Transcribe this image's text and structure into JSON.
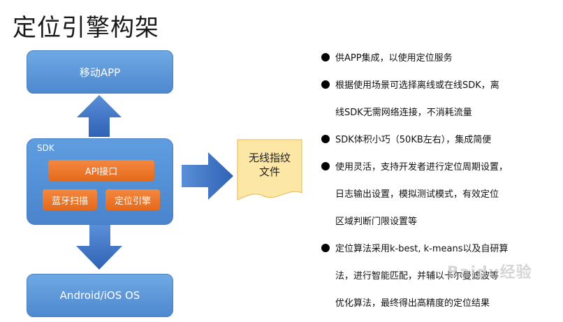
{
  "title": "定位引擎构架",
  "diagram": {
    "top_box": "移动APP",
    "sdk_label": "SDK",
    "api_box": "API接口",
    "bluetooth_box": "蓝牙扫描",
    "engine_box": "定位引擎",
    "bottom_box": "Android/iOS OS",
    "document_text": [
      "无线指纹",
      "文件"
    ]
  },
  "bullets": [
    [
      "供APP集成，以使用定位服务"
    ],
    [
      "根据使用场景可选择离线或在线SDK，离",
      "线SDK无需网络连接，不消耗流量"
    ],
    [
      "SDK体积小巧（50KB左右），集成简便"
    ],
    [
      "使用灵活，支持开发者进行定位周期设置，",
      "日志输出设置，模拟测试模式，有效定位",
      "区域判断门限设置等"
    ],
    [
      "定位算法采用k-best, k-means以及自研算",
      "法，进行智能匹配，并辅以卡尔曼滤波等",
      "优化算法，最终得出高精度的定位结果"
    ]
  ],
  "watermark": "Baidu经验",
  "colors": {
    "box_blue": "#5b95db",
    "orange": "#ec7a2c",
    "arrow_blue": "#3f74c4",
    "doc_yellow": "#fde7a6"
  }
}
